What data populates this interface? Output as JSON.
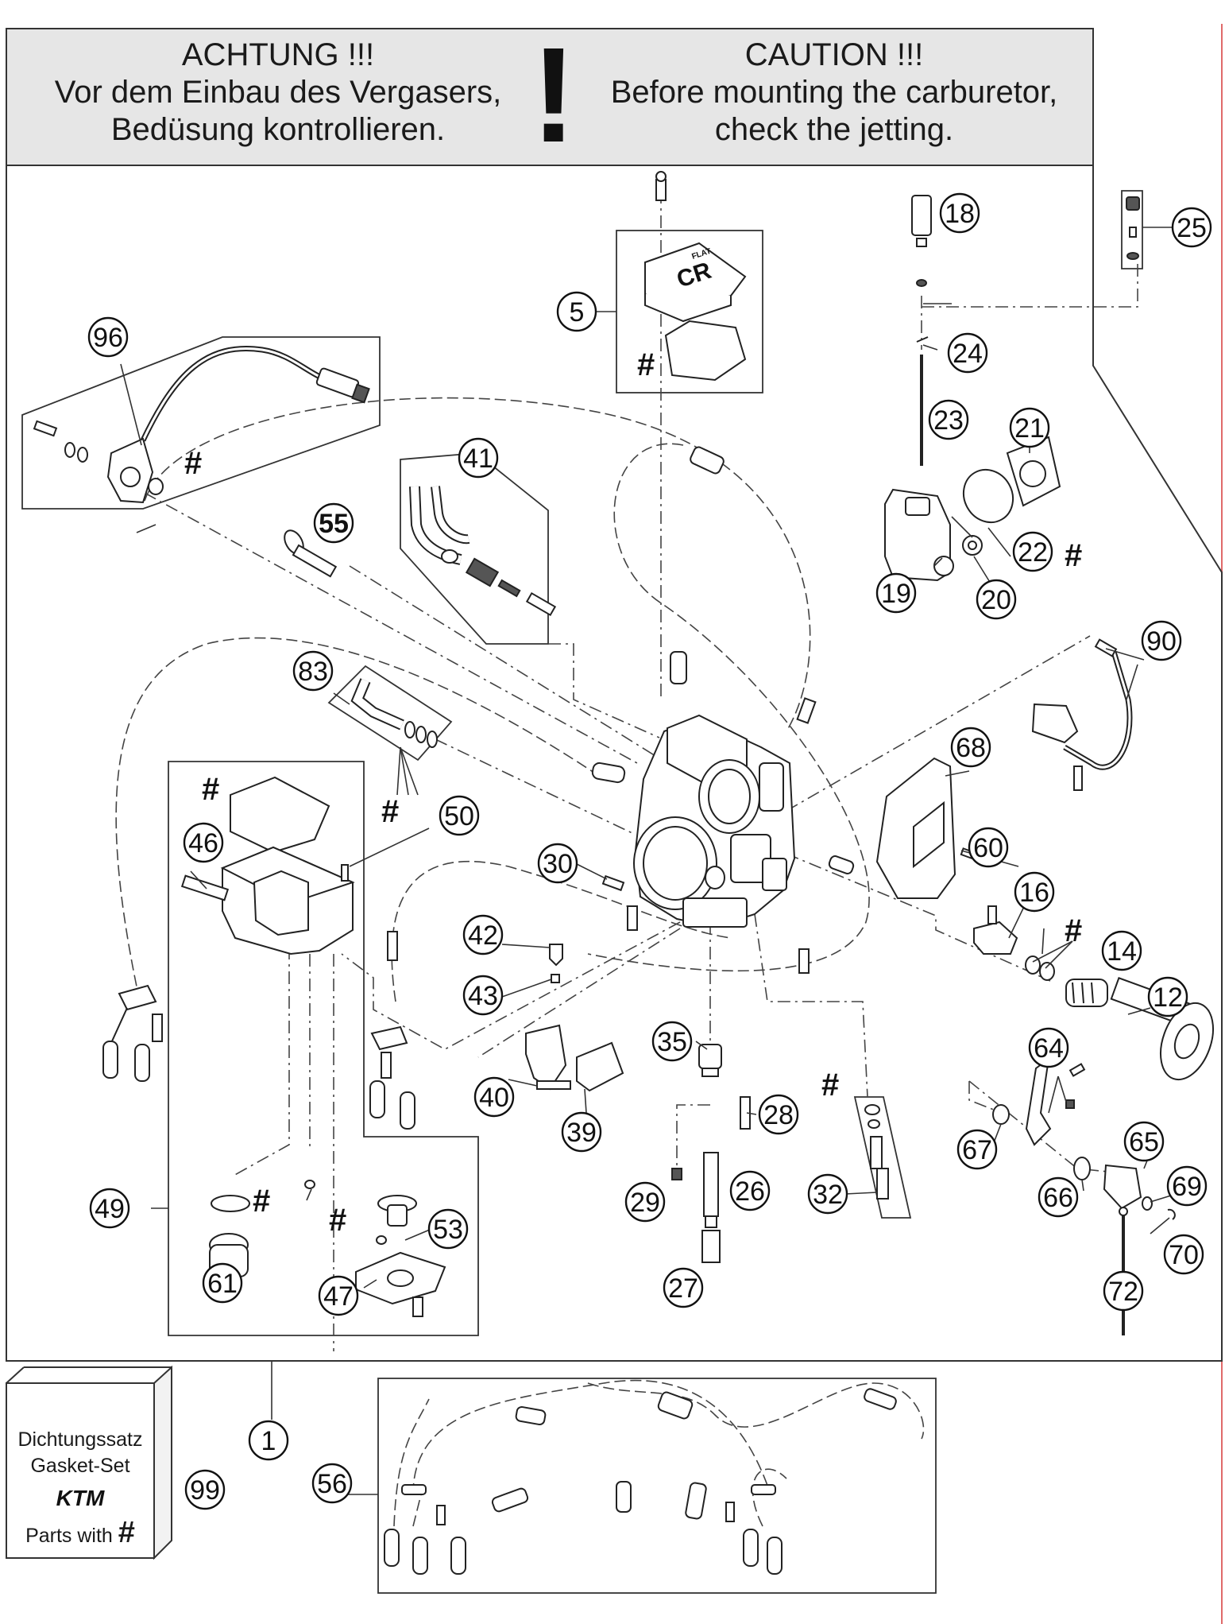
{
  "caution_banner": {
    "german_lines": [
      "ACHTUNG !!!",
      "Vor dem Einbau des Vergasers,",
      "Bedüsung kontrollieren."
    ],
    "exclamation": "!",
    "english_lines": [
      "CAUTION !!!",
      "Before mounting the carburetor,",
      "check the jetting."
    ]
  },
  "gasket_set": {
    "lines": [
      "Dichtungssatz",
      "Gasket-Set"
    ],
    "brand": "KTM",
    "parts_with": "Parts with",
    "symbol": "#"
  },
  "hash_symbol": "#",
  "cover_label": "CR",
  "cover_small_label": "FLAT",
  "callouts": [
    "1",
    "5",
    "12",
    "14",
    "16",
    "18",
    "19",
    "20",
    "21",
    "22",
    "23",
    "24",
    "25",
    "26",
    "27",
    "28",
    "29",
    "30",
    "32",
    "35",
    "39",
    "40",
    "41",
    "42",
    "43",
    "46",
    "47",
    "49",
    "50",
    "53",
    "55",
    "56",
    "60",
    "61",
    "64",
    "65",
    "66",
    "67",
    "68",
    "69",
    "70",
    "72",
    "83",
    "90",
    "96",
    "99"
  ],
  "colors": {
    "line": "#222222",
    "banner_fill": "#e6e6e6",
    "right_edge": "#e06a6a"
  }
}
